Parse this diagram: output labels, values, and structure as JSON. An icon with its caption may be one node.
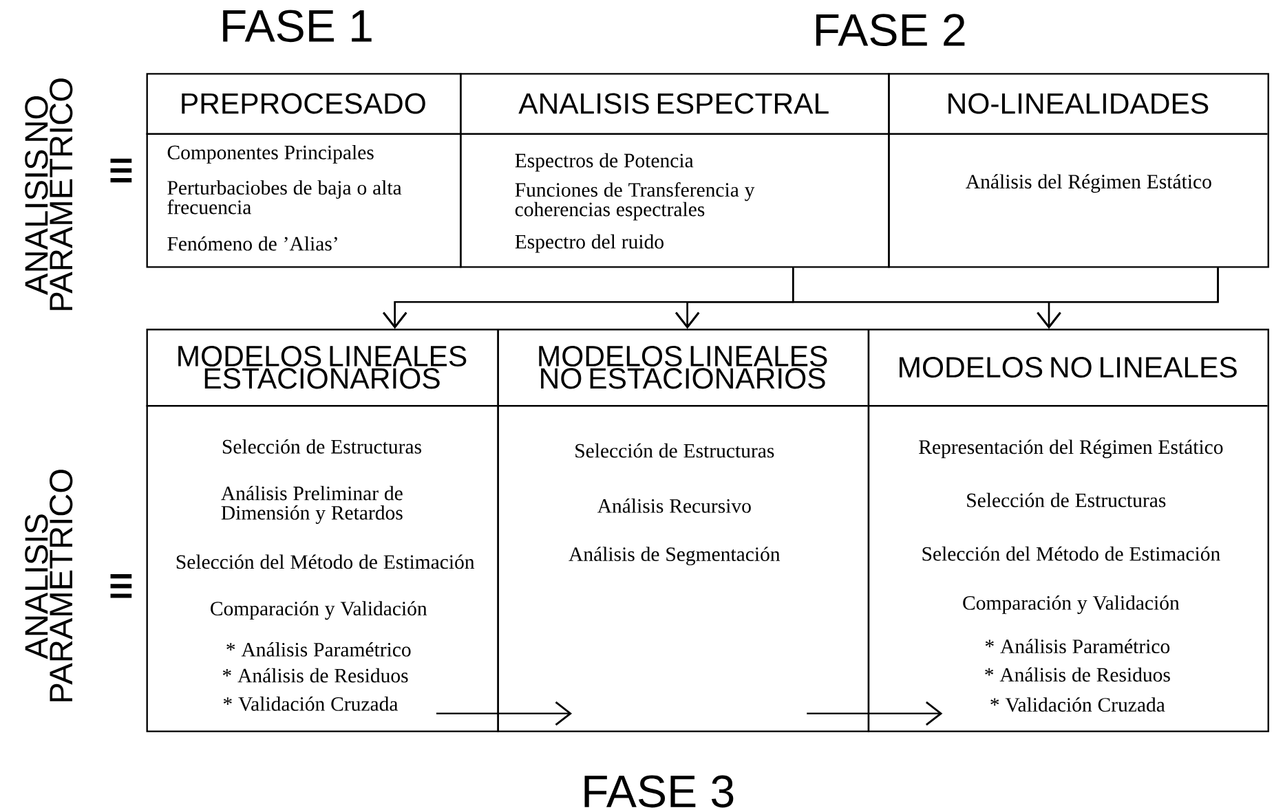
{
  "diagram": {
    "nodes": [
      {
        "text": [
          "PREPROCESADO",
          "Componentes Principales",
          "Perturbaciobes de baja o alta frecuencia",
          "Fenómeno de ’Alias’"
        ]
      },
      {
        "text": [
          "ANALISIS ESPECTRAL",
          "Espectros de Potencia",
          "Funciones de Transferencia y coherencias espectrales",
          "Espectro del ruido"
        ]
      },
      {
        "text": [
          "NO-LINEALIDADES",
          "Análisis del Régimen Estático"
        ]
      },
      {
        "text": [
          "MODELOS LINEALES ESTACIONARIOS",
          "Selección de Estructuras",
          "Análisis Preliminar de Dimensión y Retardos",
          "Selección del Método de Estimación",
          "Comparación y Validación",
          "* Análisis Paramétrico",
          "* Análisis de Residuos",
          "* Validación Cruzada"
        ]
      },
      {
        "text": [
          "MODELOS LINEALES NO ESTACIONARIOS",
          "Selección de Estructuras",
          "Análisis Recursivo",
          "Análisis de Segmentación"
        ]
      },
      {
        "text": [
          "MODELOS NO LINEALES",
          "Representación del Régimen Estático",
          "Selección de Estructuras",
          "Selección del Método de Estimación",
          "Comparación y Validación",
          "* Análisis Paramétrico",
          "* Análisis de Residuos",
          "* Validación Cruzada"
        ]
      }
    ],
    "edges": [
      {
        "from": 1,
        "to": 3,
        "arrow": "to"
      },
      {
        "from": 1,
        "to": 4,
        "arrow": "to"
      },
      {
        "from": 1,
        "to": 5,
        "arrow": "to"
      },
      {
        "from": 2,
        "to": 3,
        "arrow": "to"
      },
      {
        "from": 2,
        "to": 4,
        "arrow": "to"
      },
      {
        "from": 2,
        "to": 5,
        "arrow": "to"
      },
      {
        "from": 3,
        "to": 4,
        "arrow": "to"
      },
      {
        "from": 4,
        "to": 5,
        "arrow": "to"
      }
    ],
    "labels": [
      "FASE 1",
      "FASE 2",
      "ANALISIS NO PARAMETRICO",
      "ANALISIS PARAMETRICO",
      "FASE 3"
    ]
  }
}
